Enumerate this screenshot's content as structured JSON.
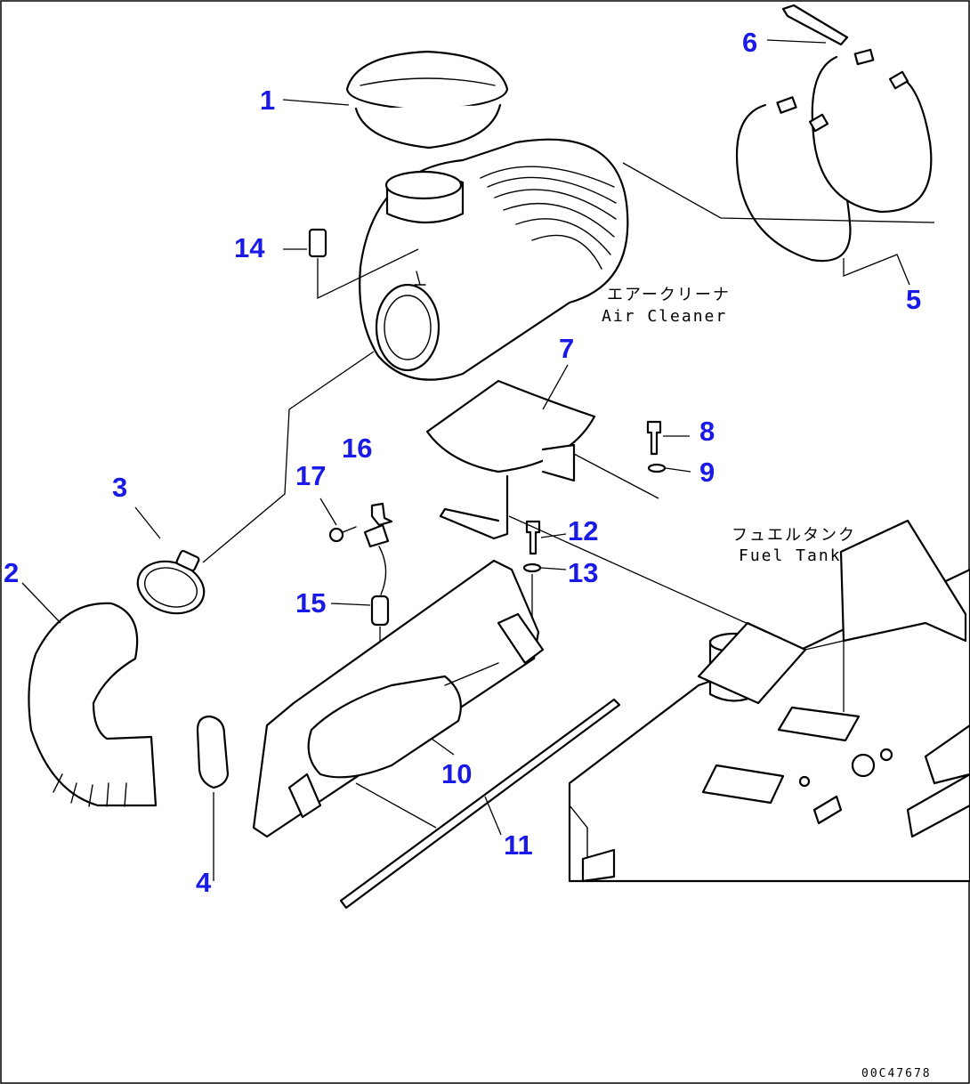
{
  "captions": {
    "air_cleaner_ja": "エアークリーナ",
    "air_cleaner_en": "Air Cleaner",
    "fuel_tank_ja": "フュエルタンク",
    "fuel_tank_en": "Fuel Tank"
  },
  "drawing_code": "00C47678",
  "callouts": {
    "c1": "1",
    "c2": "2",
    "c3": "3",
    "c4": "4",
    "c5": "5",
    "c6": "6",
    "c7": "7",
    "c8": "8",
    "c9": "9",
    "c10": "10",
    "c11": "11",
    "c12": "12",
    "c13": "13",
    "c14": "14",
    "c15": "15",
    "c16": "16",
    "c17": "17"
  },
  "colors": {
    "callout": "#1a1ae6",
    "line": "#000000",
    "background": "#ffffff"
  }
}
